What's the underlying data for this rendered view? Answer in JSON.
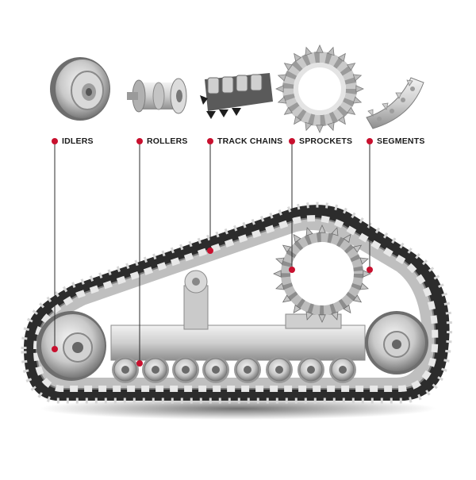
{
  "labels": {
    "idlers": "IDLERS",
    "rollers": "ROLLERS",
    "track_chains": "TRACK CHAINS",
    "sprockets": "SPROCKETS",
    "segments": "SEGMENTS"
  },
  "colors": {
    "accent": "#c8102e",
    "metal_light": "#e6e6e6",
    "metal_mid": "#bdbdbd",
    "metal_dark": "#7d7d7d",
    "shadow": "#3a3a3a"
  }
}
